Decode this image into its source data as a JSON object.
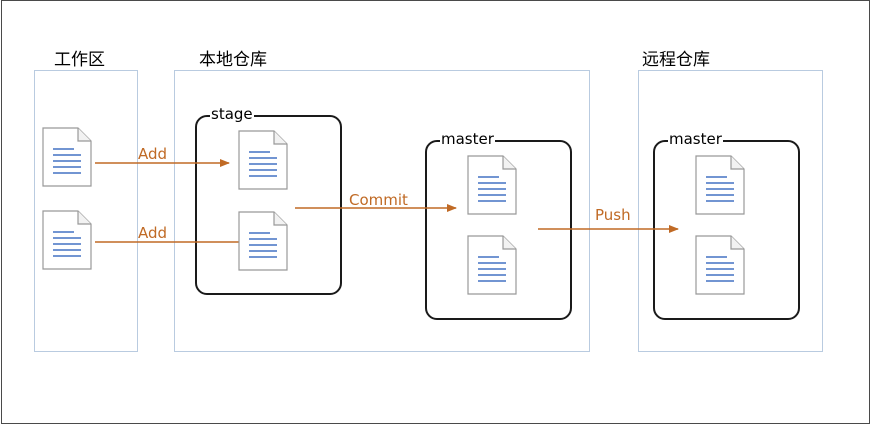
{
  "regions": {
    "workspace": {
      "title": "工作区"
    },
    "local_repo": {
      "title": "本地仓库"
    },
    "remote_repo": {
      "title": "远程仓库"
    }
  },
  "groups": {
    "stage": {
      "label": "stage"
    },
    "local_master": {
      "label": "master"
    },
    "remote_master": {
      "label": "master"
    }
  },
  "arrows": {
    "add_top": {
      "label": "Add"
    },
    "add_bottom": {
      "label": "Add"
    },
    "commit": {
      "label": "Commit"
    },
    "push": {
      "label": "Push"
    }
  },
  "colors": {
    "arrow": "#c06a25",
    "region_border": "#b9cbe0",
    "group_border": "#1a1a1a",
    "doc_line": "#4472c4"
  },
  "icons": {
    "document": "document-icon"
  }
}
